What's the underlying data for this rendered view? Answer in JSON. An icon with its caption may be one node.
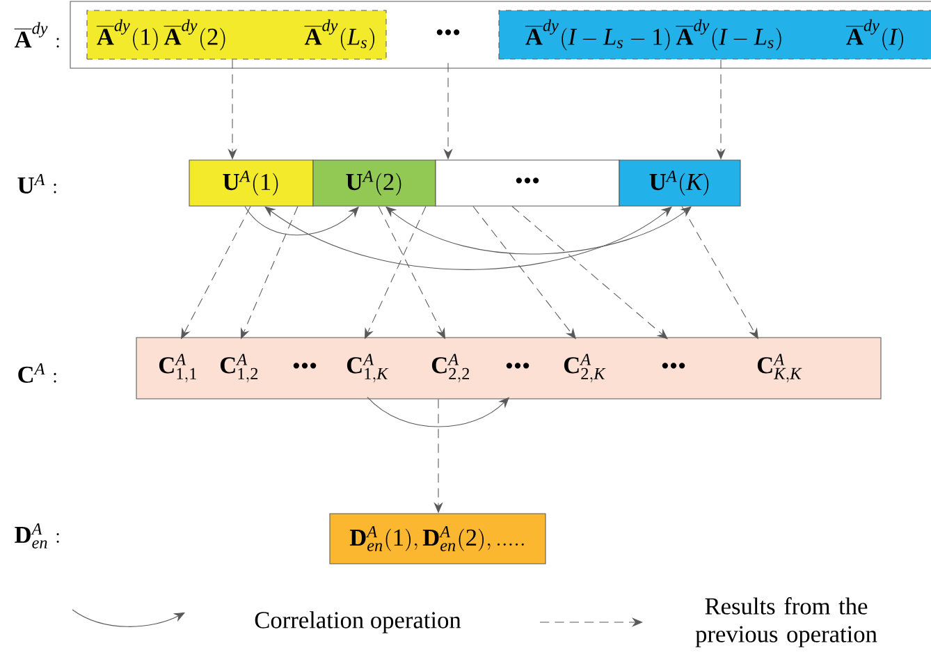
{
  "diagram": {
    "nodes": [
      {
        "text": [],
        "shape": "box"
      },
      {
        "text": [
          "\\overline{\\mathbf{A}}^{dy}(1)",
          "\\overline{\\mathbf{A}}^{dy}(2)",
          "\\overline{\\mathbf{A}}^{dy}(L_s)"
        ],
        "in": 0
      },
      {
        "text": [
          "•••"
        ],
        "in": 0
      },
      {
        "text": [
          "\\overline{\\mathbf{A}}^{dy}(I-L_s-1)",
          "\\overline{\\mathbf{A}}^{dy}(I-L_s)",
          "\\overline{\\mathbf{A}}^{dy}(I)"
        ],
        "in": 0
      },
      {
        "text": [
          "\\mathbf{U}^{A}(1)"
        ]
      },
      {
        "text": [
          "\\mathbf{U}^{A}(2)"
        ]
      },
      {
        "text": [
          "•••"
        ]
      },
      {
        "text": [
          "\\mathbf{U}^{A}(K)"
        ]
      },
      {
        "text": [],
        "shape": "box"
      },
      {
        "text": [
          "\\mathbf{C}^{A}_{1,1}"
        ],
        "in": 8
      },
      {
        "text": [
          "\\mathbf{C}^{A}_{1,2}"
        ],
        "in": 8
      },
      {
        "text": [
          "•••"
        ],
        "in": 8
      },
      {
        "text": [
          "\\mathbf{C}^{A}_{1,K}"
        ],
        "in": 8
      },
      {
        "text": [
          "\\mathbf{C}^{A}_{2,2}"
        ],
        "in": 8
      },
      {
        "text": [
          "•••"
        ],
        "in": 8
      },
      {
        "text": [
          "\\mathbf{C}^{A}_{2,K}"
        ],
        "in": 8
      },
      {
        "text": [
          "•••"
        ],
        "in": 8
      },
      {
        "text": [
          "\\mathbf{C}^{A}_{K,K}"
        ],
        "in": 8
      },
      {
        "text": [
          "\\mathbf{D}^{A}_{en}(1),\\mathbf{D}^{A}_{en}(2),....."
        ]
      }
    ],
    "edges": [
      {
        "from": 1,
        "to": 4,
        "arrow": "to",
        "style": "dashed"
      },
      {
        "from": 2,
        "to": 6,
        "arrow": "to",
        "style": "dashed"
      },
      {
        "from": 3,
        "to": 7,
        "arrow": "to",
        "style": "dashed"
      },
      {
        "from": 4,
        "to": 5,
        "arrow": "to"
      },
      {
        "from": 4,
        "to": 7,
        "arrow": "both"
      },
      {
        "from": 5,
        "to": 7,
        "arrow": "both"
      },
      {
        "from": 4,
        "to": 9,
        "arrow": "to",
        "style": "dashed"
      },
      {
        "from": 4,
        "to": 10,
        "arrow": "to",
        "style": "dashed"
      },
      {
        "from": 5,
        "to": 12,
        "arrow": "to",
        "style": "dashed"
      },
      {
        "from": 5,
        "to": 13,
        "arrow": "to",
        "style": "dashed"
      },
      {
        "from": 6,
        "to": 15,
        "arrow": "to",
        "style": "dashed"
      },
      {
        "from": 6,
        "to": 16,
        "arrow": "to",
        "style": "dashed"
      },
      {
        "from": 7,
        "to": 17,
        "arrow": "to",
        "style": "dashed"
      },
      {
        "from": 12,
        "to": 14,
        "arrow": "to"
      },
      {
        "from": 8,
        "to": 18,
        "arrow": "to",
        "style": "dashed"
      }
    ],
    "labels": [
      "\\overline{\\mathbf{A}}^{dy}:",
      "\\mathbf{U}^{A}:",
      "\\mathbf{C}^{A}:",
      "\\mathbf{D}^{A}_{en}:"
    ],
    "legend": [
      {
        "text": "Correlation operation"
      },
      {
        "text": "Results from the previous operation"
      }
    ]
  }
}
